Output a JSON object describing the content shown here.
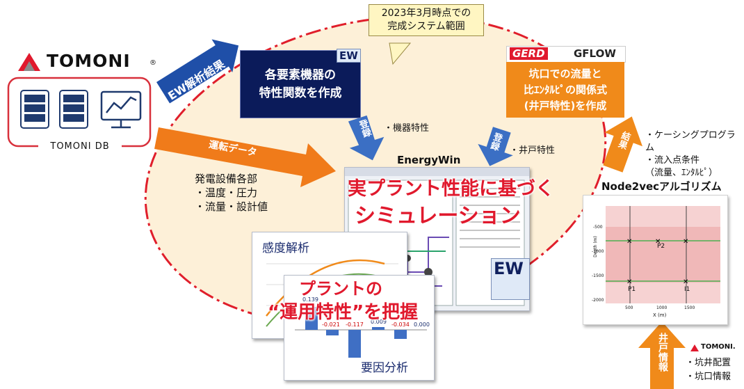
{
  "logo": {
    "name": "TOMONI",
    "registered": "®"
  },
  "db_label": "TOMONI DB",
  "callout": {
    "line1": "2023年3月時点での",
    "line2": "完成システム範囲"
  },
  "arrow_ew_result": "EW解析結果",
  "arrow_operation_data": "運転データ",
  "equipment_box": {
    "line1": "各要素機器の",
    "line2": "特性関数を作成"
  },
  "ew_badge": "EW",
  "gerd": {
    "logo": "GERD",
    "product": "GFLOW"
  },
  "well_box": {
    "line1": "坑口での流量と",
    "line2": "比ｴﾝﾀﾙﾋﾟの関係式",
    "line3": "(井戸特性)を作成"
  },
  "register_left": "登録",
  "register_right": "登録",
  "equipment_characteristic": "・機器特性",
  "well_characteristic": "・井戸特性",
  "energywin_title": "EnergyWin",
  "sim_line1": "実プラント性能に基づく",
  "sim_line2": "シミュレーション",
  "plant_data": {
    "title": "発電設備各部",
    "item1": "・温度・圧力",
    "item2": "・流量・設計値"
  },
  "sensitivity_title": "感度解析",
  "operation_line1": "プラントの",
  "operation_line2": "“運用特性”を把握",
  "factor_title": "要因分析",
  "factor_values": {
    "v1": "0.139",
    "v2": "-0.021",
    "v3": "-0.117",
    "v4": "0.009",
    "v5": "-0.034",
    "v6": "0.000"
  },
  "result_arrow": "結果",
  "casing": {
    "line1": "・ケーシングプログラム",
    "line2": "・流入点条件",
    "line3": "（流量、ｴﾝﾀﾙﾋﾟ）"
  },
  "node2vec_title": "Node2vecアルゴリズム",
  "depth_plot": {
    "ylabel": "Depth (m)",
    "xlabel": "X (m)",
    "yticks": [
      "-500",
      "-1000",
      "-1500",
      "-2000"
    ],
    "xticks": [
      "500",
      "1000",
      "1500"
    ],
    "labels": {
      "p1": "P1",
      "p2": "P2",
      "i1": "I1"
    }
  },
  "well_info_arrow": "井戸情報",
  "tomoni_small": "TOMONI.",
  "well_info": {
    "line1": "・坑井配置",
    "line2": "・坑口情報"
  },
  "colors": {
    "orange": "#f08a1a",
    "navy": "#0b1b5a",
    "red": "#e0192d",
    "ellipse_fill": "#fdf0d8"
  }
}
